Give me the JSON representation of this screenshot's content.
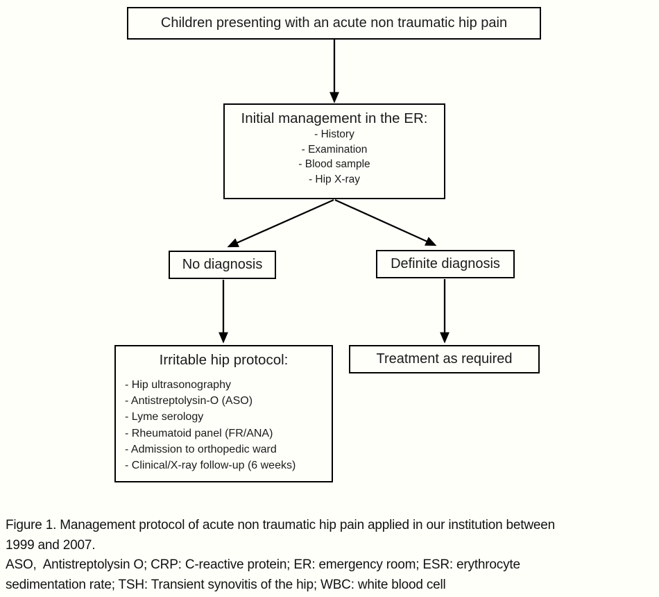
{
  "figure": {
    "nodes": {
      "presenting": {
        "label": "Children presenting with an acute non traumatic hip pain"
      },
      "initial_management": {
        "title": "Initial management in the ER:",
        "items": [
          "- History",
          "- Examination",
          "- Blood sample",
          "- Hip X-ray"
        ]
      },
      "no_diagnosis": {
        "label": "No diagnosis"
      },
      "definite_diagnosis": {
        "label": "Definite diagnosis"
      },
      "irritable_hip_protocol": {
        "title": "Irritable hip protocol:",
        "items": [
          "- Hip ultrasonography",
          "- Antistreptolysin-O (ASO)",
          "- Lyme serology",
          "- Rheumatoid panel (FR/ANA)",
          "- Admission to orthopedic ward",
          "- Clinical/X-ray follow-up (6 weeks)"
        ]
      },
      "treatment": {
        "label": "Treatment as required"
      }
    },
    "caption": {
      "lines": [
        "Figure 1. Management protocol of acute non traumatic hip pain applied in our institution between",
        "1999 and 2007.",
        "ASO,  Antistreptolysin O; CRP: C-reactive protein; ER: emergency room; ESR: erythrocyte",
        "sedimentation rate; TSH: Transient synovitis of the hip; WBC: white blood cell"
      ]
    },
    "colors": {
      "background": "#fffffa",
      "line": "#000000",
      "text": "#1a1a1a"
    }
  }
}
